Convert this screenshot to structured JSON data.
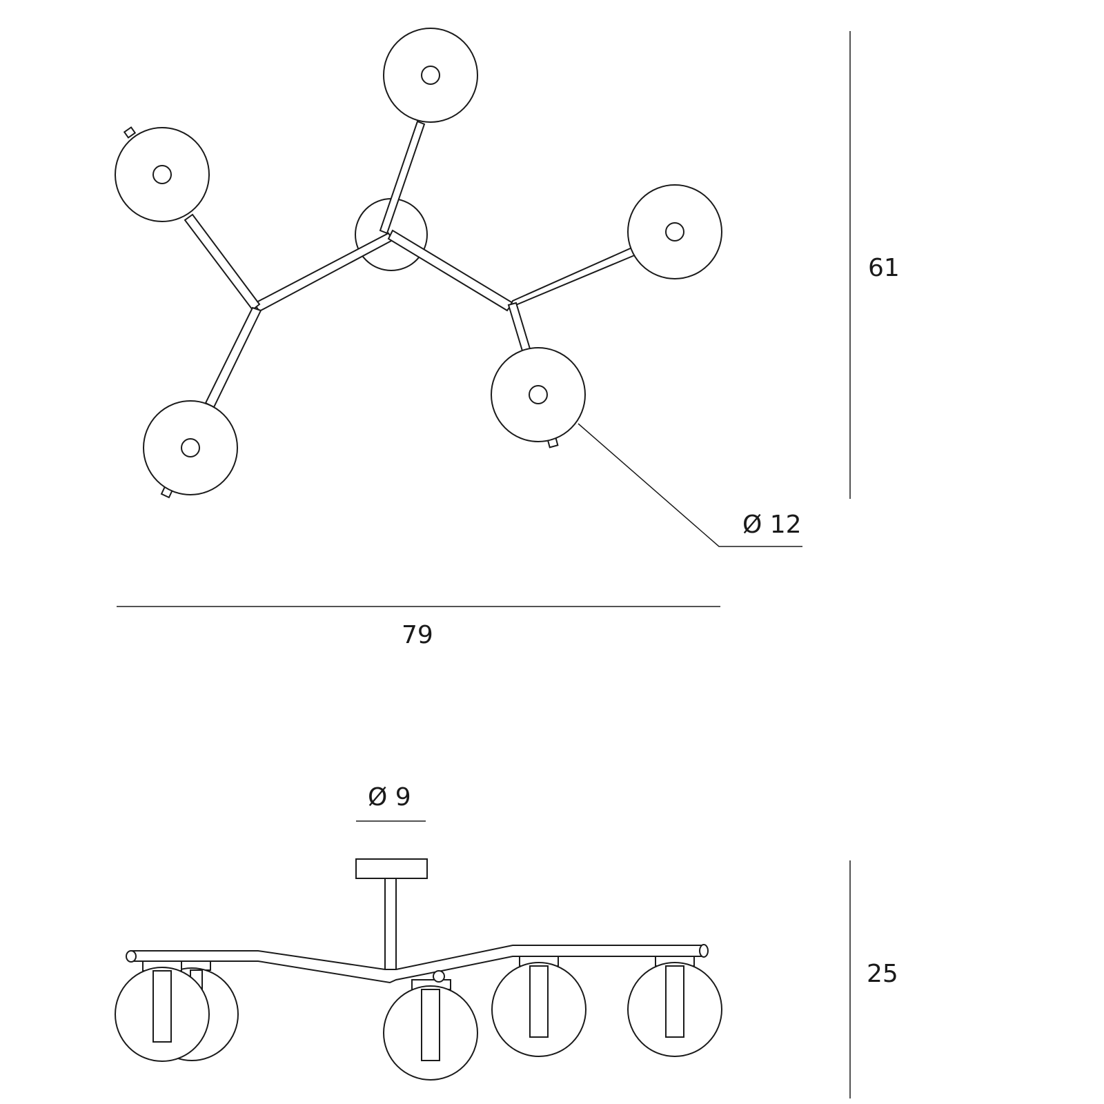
{
  "dimensions": {
    "height_top_view": "61",
    "width": "79",
    "globe_diameter": "Ø 12",
    "canopy_diameter": "Ø 9",
    "height_side_view": "25"
  },
  "colors": {
    "line": "#1a1a1a",
    "background": "#ffffff"
  }
}
